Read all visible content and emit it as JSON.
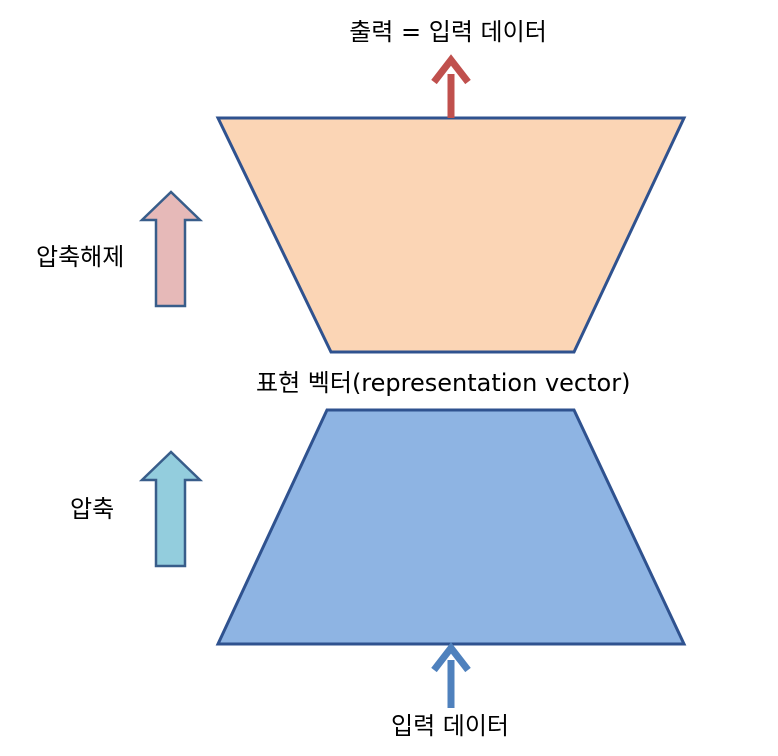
{
  "labels": {
    "output": "출력 = 입력 데이터",
    "decompress": "압축해제",
    "representation": "표현 벡터(representation vector)",
    "compress": "압축",
    "input": "입력 데이터"
  },
  "colors": {
    "decoder_fill": "#FBD5B5",
    "encoder_fill": "#8EB4E3",
    "shape_stroke": "#2F528F",
    "output_arrow": "#C0504D",
    "input_arrow": "#4F81BD",
    "decompress_arrow_fill": "#E6B9B8",
    "compress_arrow_fill": "#93CDDD",
    "block_arrow_stroke": "#385D8A"
  }
}
